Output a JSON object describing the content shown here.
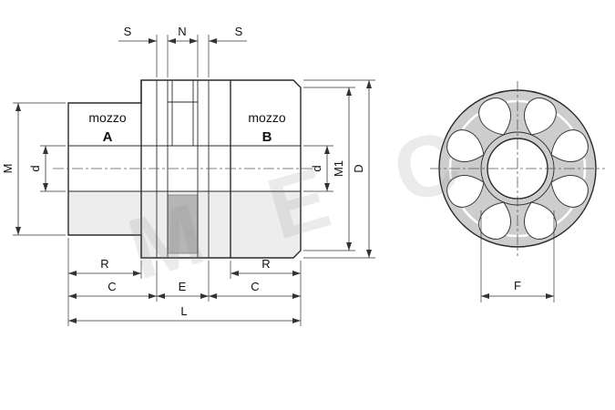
{
  "watermark": "MEC",
  "section_view": {
    "top_dimensions": {
      "s_left": "S",
      "n": "N",
      "s_right": "S"
    },
    "hub_a": {
      "word": "mozzo",
      "letter": "A"
    },
    "hub_b": {
      "word": "mozzo",
      "letter": "B"
    },
    "left_dimensions": {
      "m": "M",
      "d": "d"
    },
    "right_dimensions": {
      "d": "d",
      "m1": "M1",
      "outer": "D"
    },
    "bottom_dimensions": {
      "r_left": "R",
      "c_left": "C",
      "e": "E",
      "c_right": "C",
      "r_right": "R",
      "l": "L"
    }
  },
  "spider_view": {
    "f": "F"
  },
  "colors": {
    "line": "#2b2b2b",
    "dimension": "#333333",
    "section_fill": "#ededed",
    "elastomer_fill": "#b5b5b5",
    "spider_fill": "#cdcdcd"
  }
}
